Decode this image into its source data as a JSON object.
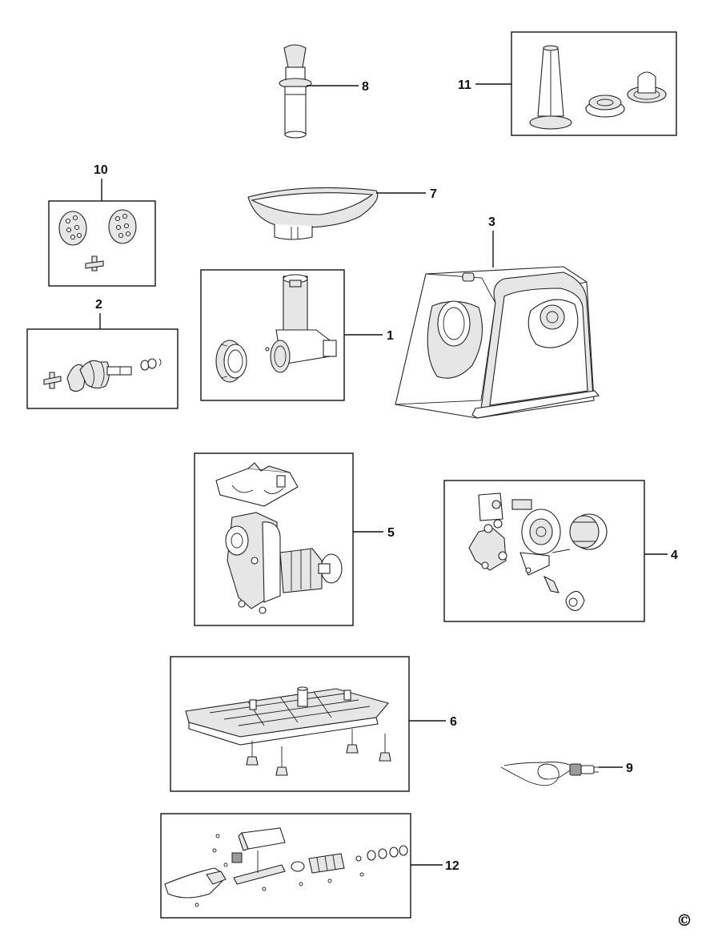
{
  "callouts": {
    "c1": "1",
    "c2": "2",
    "c3": "3",
    "c4": "4",
    "c5": "5",
    "c6": "6",
    "c7": "7",
    "c8": "8",
    "c9": "9",
    "c10": "10",
    "c11": "11",
    "c12": "12"
  },
  "copyright_mark": "©",
  "colors": {
    "line": "#111111",
    "part_fill": "#ffffff",
    "shade": "#e6e6e6",
    "dark": "#9a9a9a"
  }
}
